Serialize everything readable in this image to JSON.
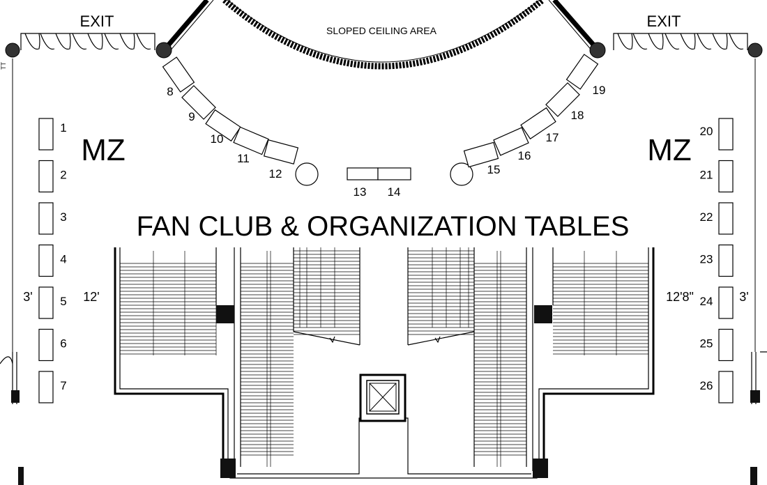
{
  "exits": [
    "EXIT",
    "EXIT"
  ],
  "sloped_ceiling": "SLOPED CEILING AREA",
  "mezzanine": [
    "MZ",
    "MZ"
  ],
  "section_title": "FAN CLUB & ORGANIZATION TABLES",
  "dimensions": {
    "left_outer": "3'",
    "left_inner": "12'",
    "right_inner": "12'8\"",
    "right_outer": "3'"
  },
  "left_tables": [
    "1",
    "2",
    "3",
    "4",
    "5",
    "6",
    "7"
  ],
  "right_tables": [
    "20",
    "21",
    "22",
    "23",
    "24",
    "25",
    "26"
  ],
  "arc_left_tables": [
    "8",
    "9",
    "10",
    "11",
    "12"
  ],
  "center_tables": [
    "13",
    "14"
  ],
  "arc_right_tables": [
    "15",
    "16",
    "17",
    "18",
    "19"
  ],
  "vertical_mark": "TT"
}
